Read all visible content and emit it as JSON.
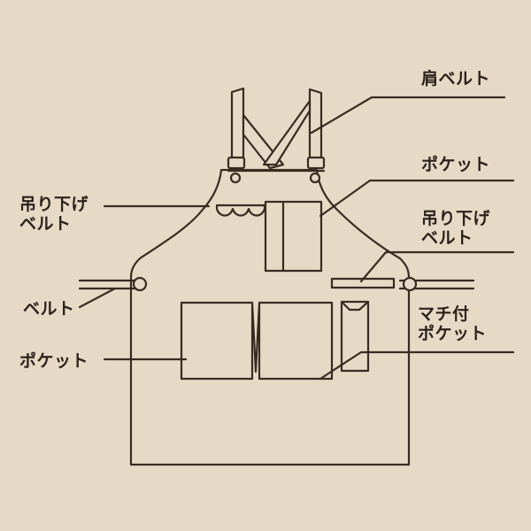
{
  "colors": {
    "background": "#e6dac6",
    "line": "#3a2b22"
  },
  "labels": {
    "shoulder_belt": "肩ベルト",
    "chest_pocket": "ポケット",
    "hanging_belt_left": [
      "吊り下げ",
      "ベルト"
    ],
    "hanging_belt_right": [
      "吊り下げ",
      "ベルト"
    ],
    "waist_belt": "ベルト",
    "front_pocket": "ポケット",
    "gusset_pocket": [
      "マチ付",
      "ポケット"
    ]
  }
}
